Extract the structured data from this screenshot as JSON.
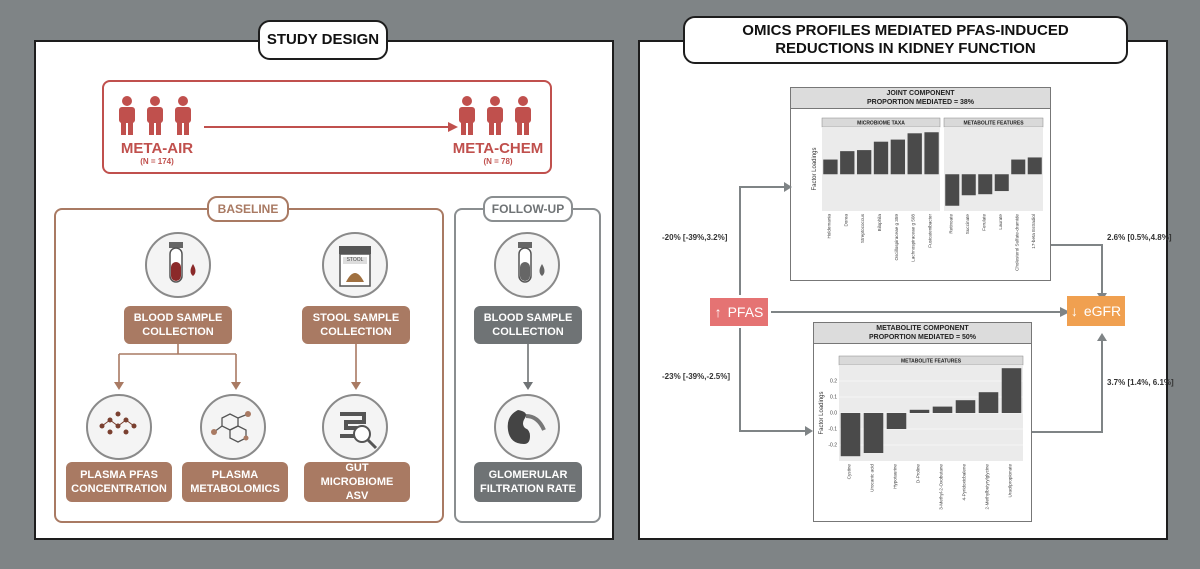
{
  "left": {
    "title": "STUDY DESIGN",
    "cohort_from": {
      "name": "META-AIR",
      "n": "(N = 174)"
    },
    "cohort_to": {
      "name": "META-CHEM",
      "n": "(N = 78)"
    },
    "baseline_label": "BASELINE",
    "followup_label": "FOLLOW-UP",
    "blood_baseline": "BLOOD SAMPLE COLLECTION",
    "stool": "STOOL SAMPLE COLLECTION",
    "stool_jar_text": "STOOL",
    "blood_followup": "BLOOD SAMPLE COLLECTION",
    "plasma_pfas": "PLASMA PFAS CONCENTRATION",
    "plasma_metab": "PLASMA METABOLOMICS",
    "gut": "GUT MICROBIOME ASV",
    "gfr": "GLOMERULAR FILTRATION RATE"
  },
  "right": {
    "title_line1": "OMICS PROFILES MEDIATED PFAS-INDUCED",
    "title_line2": "REDUCTIONS IN KIDNEY FUNCTION",
    "pfas_label": "PFAS",
    "pfas_arrow": "↑",
    "egfr_label": "eGFR",
    "egfr_arrow": "↓",
    "path_top_left": "-20% [-39%,3.2%]",
    "path_top_right": "2.6% [0.5%,4.8%]",
    "path_bottom_left": "-23% [-39%,-2.5%]",
    "path_bottom_right": "3.7% [1.4%, 6.1%]",
    "joint_title": "JOINT COMPONENT",
    "joint_sub": "PROPORTION MEDIATED = 38%",
    "metab_title": "METABOLITE COMPONENT",
    "metab_sub": "PROPORTION MEDIATED = 50%",
    "colors": {
      "pfas": "#e57373",
      "egfr": "#f0a050",
      "bar": "#4a4a4a"
    }
  },
  "chart_data": [
    {
      "type": "bar",
      "title": "MICROBIOME TAXA",
      "ylabel": "Factor Loadings",
      "categories": [
        "Holdemania",
        "Dorea",
        "Streptococcus",
        "Bilophila",
        "Oscillospiraceae g 359",
        "Lachnospiraceae g 508",
        "Fusicatenibacter"
      ],
      "values": [
        0.14,
        0.22,
        0.23,
        0.31,
        0.33,
        0.39,
        0.4
      ],
      "ylim": [
        -0.35,
        0.45
      ]
    },
    {
      "type": "bar",
      "title": "METABOLITE FEATURES",
      "categories": [
        "Retinoate",
        "Succinate",
        "Ferulate",
        "Laurate",
        "Cholesterol Sulfate-dramide",
        "17-beta Estradiol"
      ],
      "values": [
        -0.3,
        -0.2,
        -0.19,
        -0.16,
        0.14,
        0.16
      ],
      "ylim": [
        -0.35,
        0.45
      ]
    },
    {
      "type": "bar",
      "title": "METABOLITE FEATURES",
      "ylabel": "Factor Loadings",
      "categories": [
        "Cystine",
        "Urocanic acid",
        "Hypotaurine",
        "D-Proline",
        "3-Methyl-2-Oxobutane",
        "4-Pyridoxicbalene",
        "2-Methylbutyrylglycine",
        "Uracilpropionate"
      ],
      "values": [
        -0.27,
        -0.25,
        -0.1,
        0.02,
        0.04,
        0.08,
        0.13,
        0.28
      ],
      "ylim": [
        -0.3,
        0.3
      ],
      "yticks": [
        -0.2,
        -0.1,
        0.0,
        0.1,
        0.2
      ]
    }
  ]
}
